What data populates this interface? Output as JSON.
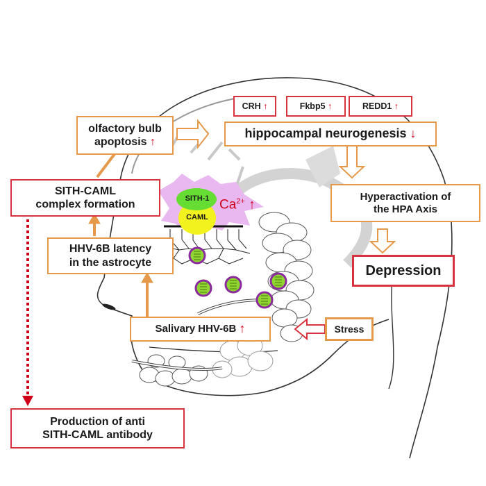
{
  "diagram": {
    "nodes": {
      "crh": {
        "label": "CRH",
        "arrow": "↑"
      },
      "fkbp5": {
        "label": "Fkbp5",
        "arrow": "↑"
      },
      "redd1": {
        "label": "REDD1",
        "arrow": "↑"
      },
      "olfactory": {
        "line1": "olfactory bulb",
        "line2": "apoptosis",
        "arrow": "↑"
      },
      "hippocampal": {
        "label": "hippocampal neurogenesis",
        "arrow": "↓"
      },
      "sith_caml": {
        "line1": "SITH-CAML",
        "line2": "complex formation"
      },
      "hpa": {
        "line1": "Hyperactivation of",
        "line2": "the HPA Axis"
      },
      "latency": {
        "line1": "HHV-6B latency",
        "line2": "in the astrocyte"
      },
      "depression": {
        "label": "Depression"
      },
      "salivary": {
        "label": "Salivary HHV-6B",
        "arrow": "↑"
      },
      "stress": {
        "label": "Stress"
      },
      "antibody": {
        "line1": "Production of anti",
        "line2": "SITH-CAML antibody"
      }
    },
    "complex": {
      "sith1": "SITH-1",
      "caml": "CAML",
      "calcium": "Ca",
      "calcium_sup": "2+",
      "calcium_arrow": "↑"
    },
    "colors": {
      "orange_border": "#e49a4a",
      "red_border": "#d8323f",
      "up_arrow": "#d0021b",
      "sith1_fill": "#66dd33",
      "caml_fill": "#f2f21e",
      "burst_fill": "#eab8f0",
      "virus_fill": "#8fd630",
      "virus_ring": "#8a2a9e"
    }
  }
}
